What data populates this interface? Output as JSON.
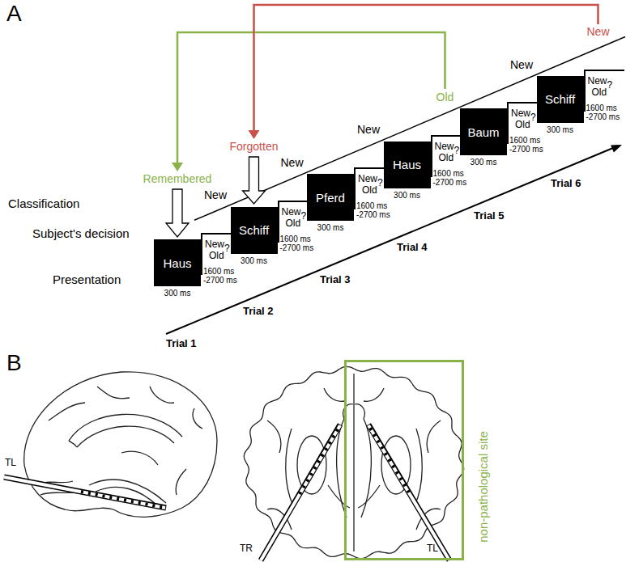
{
  "diagram": {
    "nodes": [
      {
        "text": [
          "Haus"
        ]
      },
      {
        "text": [
          "New",
          "Old",
          "?"
        ]
      },
      {
        "text": [
          "Schiff"
        ]
      },
      {
        "text": [
          "New",
          "Old",
          "?"
        ]
      },
      {
        "text": [
          "Pferd"
        ]
      },
      {
        "text": [
          "New",
          "Old",
          "?"
        ]
      },
      {
        "text": [
          "Haus"
        ]
      },
      {
        "text": [
          "New",
          "Old",
          "?"
        ]
      },
      {
        "text": [
          "Baum"
        ]
      },
      {
        "text": [
          "New",
          "Old",
          "?"
        ]
      },
      {
        "text": [
          "Schiff"
        ]
      },
      {
        "text": [
          "New",
          "Old",
          "?"
        ]
      },
      {
        "text": [
          "non-pathological site"
        ]
      }
    ],
    "labels": [
      "A",
      "B",
      "Classification",
      "Subject's decision",
      "Presentation",
      "Remembered",
      "Forgotten",
      "New",
      "New",
      "New",
      "Old",
      "New",
      "New",
      "300 ms",
      "1600 ms -2700 ms",
      "300 ms",
      "1600 ms -2700 ms",
      "300 ms",
      "1600 ms -2700 ms",
      "300 ms",
      "1600 ms -2700 ms",
      "300 ms",
      "1600 ms -2700 ms",
      "300 ms",
      "1600 ms -2700 ms",
      "Trial 1",
      "Trial 2",
      "Trial 3",
      "Trial 4",
      "Trial 5",
      "Trial 6",
      "TL",
      "TR",
      "TL"
    ]
  }
}
